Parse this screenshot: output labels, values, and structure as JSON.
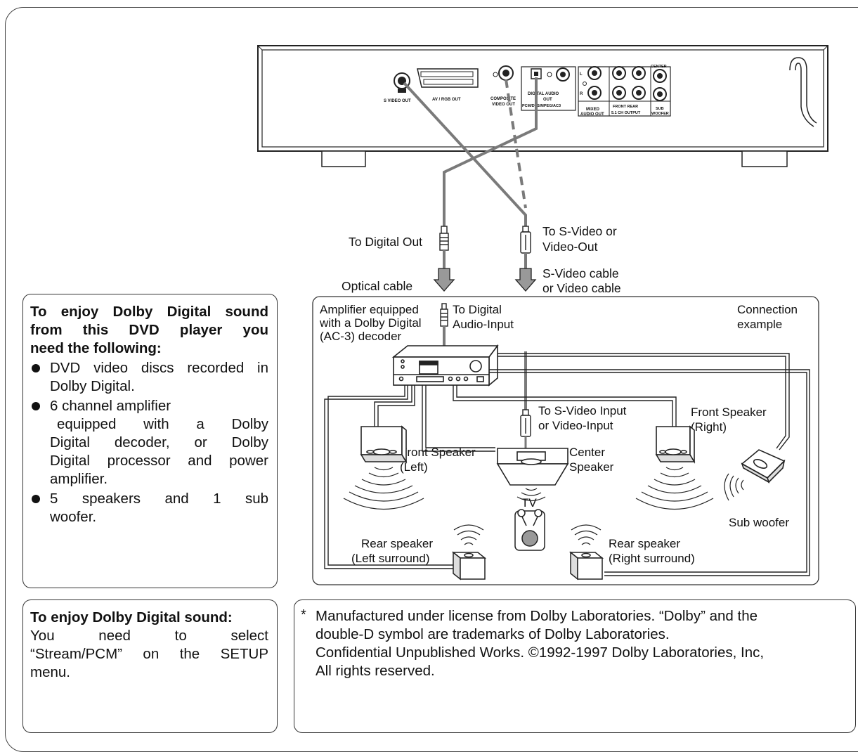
{
  "player_panel": {
    "s_video_out": "S VIDEO OUT",
    "av_rgb_out": "AV / RGB OUT",
    "composite_1": "COMPOSITE",
    "composite_2": "VIDEO OUT",
    "digital_audio_1": "DIGITAL AUDIO",
    "digital_audio_2": "OUT",
    "digital_audio_3": "PCM/DTS/MPEG/AC3",
    "mixed_1": "MIXED",
    "mixed_2": "AUDIO OUT",
    "front_rear": "FRONT  REAR",
    "ch_output": "5.1 CH OUTPUT",
    "center": "CENTER",
    "sub": "SUB",
    "woofer": "WOOFER",
    "l_mark": "L",
    "r_mark": "R"
  },
  "labels": {
    "to_digital_out": "To Digital Out",
    "to_svideo_1": "To S-Video or",
    "to_svideo_2": "Video-Out",
    "optical_cable": "Optical cable",
    "svideo_cable_1": "S-Video cable",
    "svideo_cable_2": "or Video cable",
    "amp_1": "Amplifier equipped",
    "amp_2": "with a Dolby Digital",
    "amp_3": "(AC-3) decoder",
    "to_digital_in_1": "To Digital",
    "to_digital_in_2": "Audio-Input",
    "connection_1": "Connection",
    "connection_2": "example",
    "to_svideo_in_1": "To S-Video Input",
    "to_svideo_in_2": "or Video-Input",
    "front_right_1": "Front Speaker",
    "front_right_2": "(Right)",
    "front_left_1": "Front Speaker",
    "front_left_2": "(Left)",
    "center_1": "Center",
    "center_2": "Speaker",
    "tv": "TV",
    "sub_woofer": "Sub woofer",
    "rear_left_1": "Rear speaker",
    "rear_left_2": "(Left surround)",
    "rear_right_1": "Rear speaker",
    "rear_right_2": "(Right surround)"
  },
  "requirements": {
    "heading_1": "To enjoy Dolby Digital sound",
    "heading_2": "from this DVD player you",
    "heading_3": "need the following:",
    "items": [
      {
        "line_1": "DVD video discs recorded in",
        "line_2": "Dolby Digital."
      },
      {
        "line_1": "6 channel amplifier",
        "line_2": "equipped with a Dolby",
        "line_3": "Digital decoder, or Dolby",
        "line_4": "Digital processor and power",
        "line_5": "amplifier."
      },
      {
        "line_1": "5 speakers and 1 sub",
        "line_2": "woofer."
      }
    ]
  },
  "setup_note": {
    "heading": "To enjoy Dolby Digital sound:",
    "line_1": "You need to select",
    "line_2": "“Stream/PCM” on the SETUP",
    "line_3": "menu."
  },
  "license": {
    "star": "*",
    "line_1": "Manufactured under license from Dolby Laboratories. “Dolby” and the",
    "line_2": "double-D symbol are trademarks of Dolby Laboratories.",
    "line_3": "Confidential Unpublished Works. ©1992-1997 Dolby Laboratories, Inc,",
    "line_4": "All rights reserved."
  },
  "colors": {
    "cable": "#7a7a7a",
    "outline": "#222222",
    "arrow_fill": "#999999"
  }
}
